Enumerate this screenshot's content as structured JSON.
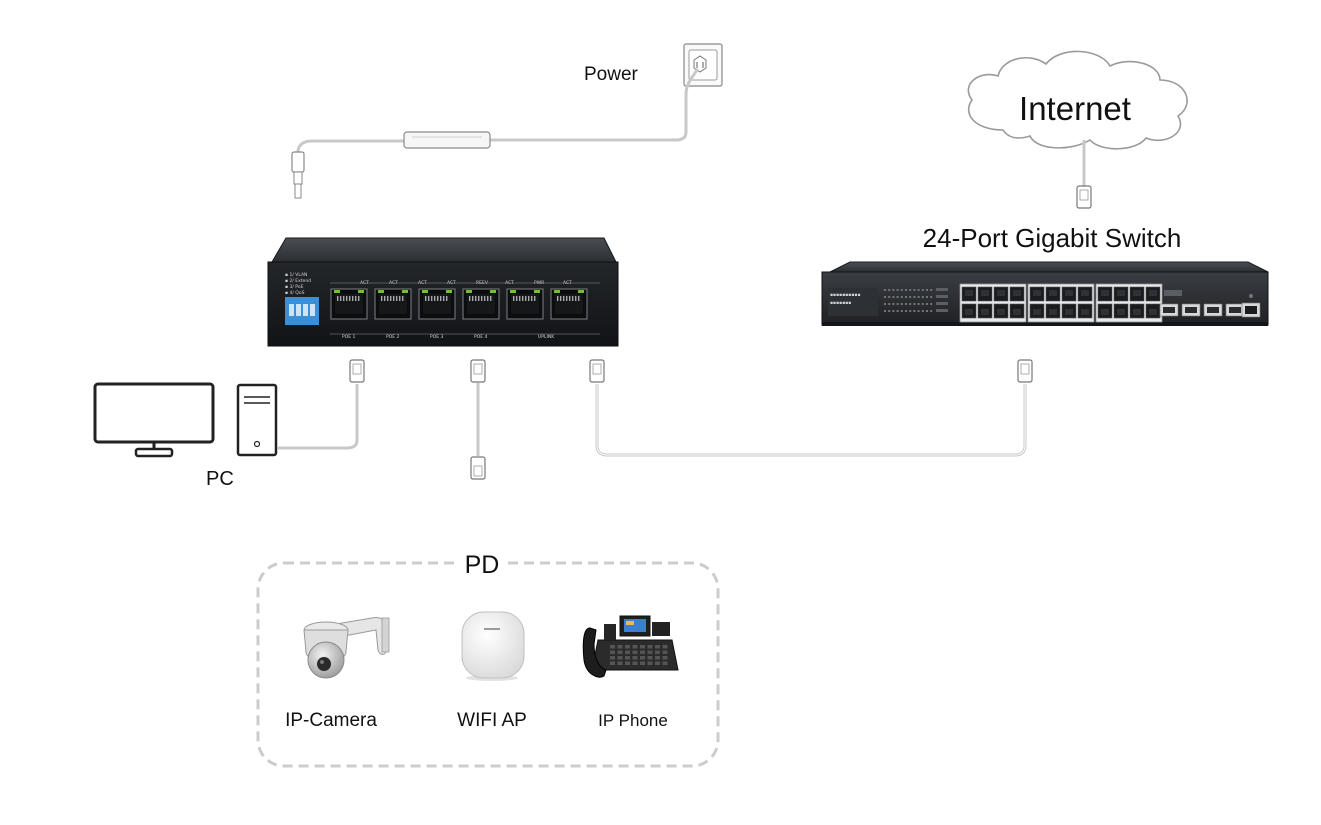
{
  "labels": {
    "power": "Power",
    "internet": "Internet",
    "switch24": "24-Port Gigabit Switch",
    "pc": "PC",
    "pd": "PD"
  },
  "pd_devices": [
    {
      "label": "IP-Camera",
      "icon": "ip-camera-icon"
    },
    {
      "label": "WIFI AP",
      "icon": "wifi-ap-icon"
    },
    {
      "label": "IP Phone",
      "icon": "ip-phone-icon"
    }
  ],
  "poe_switch": {
    "port_count": 6,
    "bottom_labels": [
      "POE 1",
      "POE 2",
      "POE 3",
      "POE 4",
      "UPLINK"
    ],
    "top_labels": [
      "ACT",
      "ACT",
      "ACT",
      "ACT",
      "REEV",
      "ACT",
      "PWR",
      "ACT"
    ]
  },
  "colors": {
    "cable": "#c8c8c8",
    "switch_body": "#2a2d31",
    "dip_switch": "#3b8fd6",
    "port_led": "#6fbf3a",
    "pd_border": "#cccccc"
  }
}
